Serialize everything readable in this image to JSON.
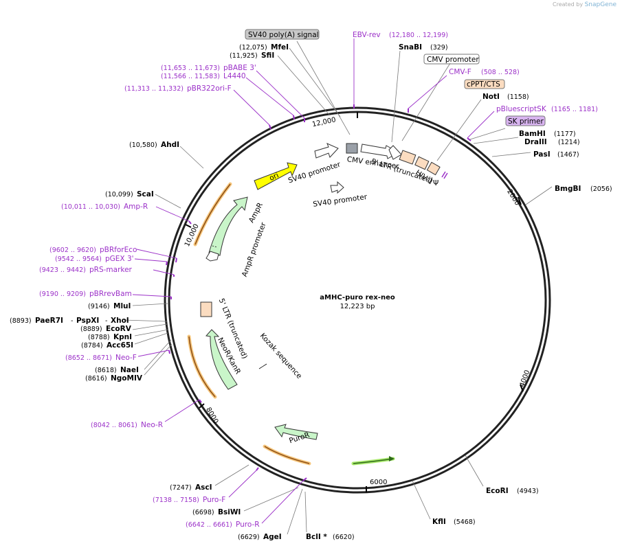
{
  "credit": {
    "prefix": "Created by",
    "brand": "SnapGene"
  },
  "plasmid": {
    "name": "aMHC-puro rex-neo",
    "length_label": "12,223 bp",
    "length": 12223
  },
  "ticks": [
    {
      "label": "2000",
      "bp": 2000
    },
    {
      "label": "4000",
      "bp": 4000
    },
    {
      "label": "6000",
      "bp": 6000
    },
    {
      "label": "8000",
      "bp": 8000
    },
    {
      "label": "10,000",
      "bp": 10000
    },
    {
      "label": "12,000",
      "bp": 12000
    }
  ],
  "enzymes": [
    {
      "name": "MfeI",
      "pos": "(12,075)"
    },
    {
      "name": "SfiI",
      "pos": "(11,925)"
    },
    {
      "name": "SnaBI",
      "pos": "(329)"
    },
    {
      "name": "NotI",
      "pos": "(1158)"
    },
    {
      "name": "BamHI",
      "pos": "(1177)"
    },
    {
      "name": "DraIII",
      "pos": "(1214)"
    },
    {
      "name": "PasI",
      "pos": "(1467)"
    },
    {
      "name": "BmgBI",
      "pos": "(2056)"
    },
    {
      "name": "EcoRI",
      "pos": "(4943)"
    },
    {
      "name": "KflI",
      "pos": "(5468)"
    },
    {
      "name": "BclI *",
      "pos": "(6620)"
    },
    {
      "name": "AgeI",
      "pos": "(6629)"
    },
    {
      "name": "BsiWI",
      "pos": "(6698)"
    },
    {
      "name": "AscI",
      "pos": "(7247)"
    },
    {
      "name": "NgoMIV",
      "pos": "(8616)"
    },
    {
      "name": "NaeI",
      "pos": "(8618)"
    },
    {
      "name": "Acc65I",
      "pos": "(8784)"
    },
    {
      "name": "KpnI",
      "pos": "(8788)"
    },
    {
      "name": "EcoRV",
      "pos": "(8889)"
    },
    {
      "name": "MluI",
      "pos": "(9146)"
    },
    {
      "name": "ScaI",
      "pos": "(10,099)"
    },
    {
      "name": "AhdI",
      "pos": "(10,580)"
    }
  ],
  "paer": {
    "name": "PaeR7I",
    "pos": "(8893)",
    "name2": "PspXI",
    "name3": "XhoI",
    "dash": "-"
  },
  "primers": [
    {
      "name": "EBV-rev",
      "range": "(12,180 .. 12,199)"
    },
    {
      "name": "CMV-F",
      "range": "(508 .. 528)"
    },
    {
      "name": "pBluescriptSK",
      "range": "(1165 .. 1181)"
    },
    {
      "name": "pBABE 3'",
      "range": "(11,653 .. 11,673)"
    },
    {
      "name": "L4440",
      "range": "(11,566 .. 11,583)"
    },
    {
      "name": "pBR322ori-F",
      "range": "(11,313 .. 11,332)"
    },
    {
      "name": "Amp-R",
      "range": "(10,011 .. 10,030)"
    },
    {
      "name": "pBRforEco",
      "range": "(9602 .. 9620)"
    },
    {
      "name": "pGEX 3'",
      "range": "(9542 .. 9564)"
    },
    {
      "name": "pRS-marker",
      "range": "(9423 .. 9442)"
    },
    {
      "name": "pBRrevBam",
      "range": "(9190 .. 9209)"
    },
    {
      "name": "Neo-F",
      "range": "(8652 .. 8671)"
    },
    {
      "name": "Neo-R",
      "range": "(8042 .. 8061)"
    },
    {
      "name": "Puro-F",
      "range": "(7138 .. 7158)"
    },
    {
      "name": "Puro-R",
      "range": "(6642 .. 6661)"
    }
  ],
  "boxed_labels": {
    "sv40polya": "SV40 poly(A) signal",
    "cmvpromoter": "CMV promoter",
    "cppt": "cPPT/CTS",
    "skprimer": "SK primer"
  },
  "features": {
    "sv40_promoter_1": "SV40 promoter",
    "sv40_promoter_2": "SV40 promoter",
    "cmv_enhancer": "CMV enhancer",
    "ltr_5_top": "5' LTR (truncated)",
    "hiv1": "HIV-1",
    "psi": "Ψ",
    "ori": "ori",
    "ampr": "AmpR",
    "ampr_promoter": "AmpR promoter",
    "ltr_5_left": "5' LTR (truncated)",
    "neor": "NeoR/KanR",
    "kozak": "Kozak sequence",
    "puror": "PuroR"
  },
  "colors": {
    "primer": "#9b30c8",
    "ori": "#ffff00",
    "resistance": "#c9f5c9",
    "ltr": "#fbdcc0",
    "orf_halo": "#f5c57b",
    "orf_line": "#8b4d14"
  }
}
